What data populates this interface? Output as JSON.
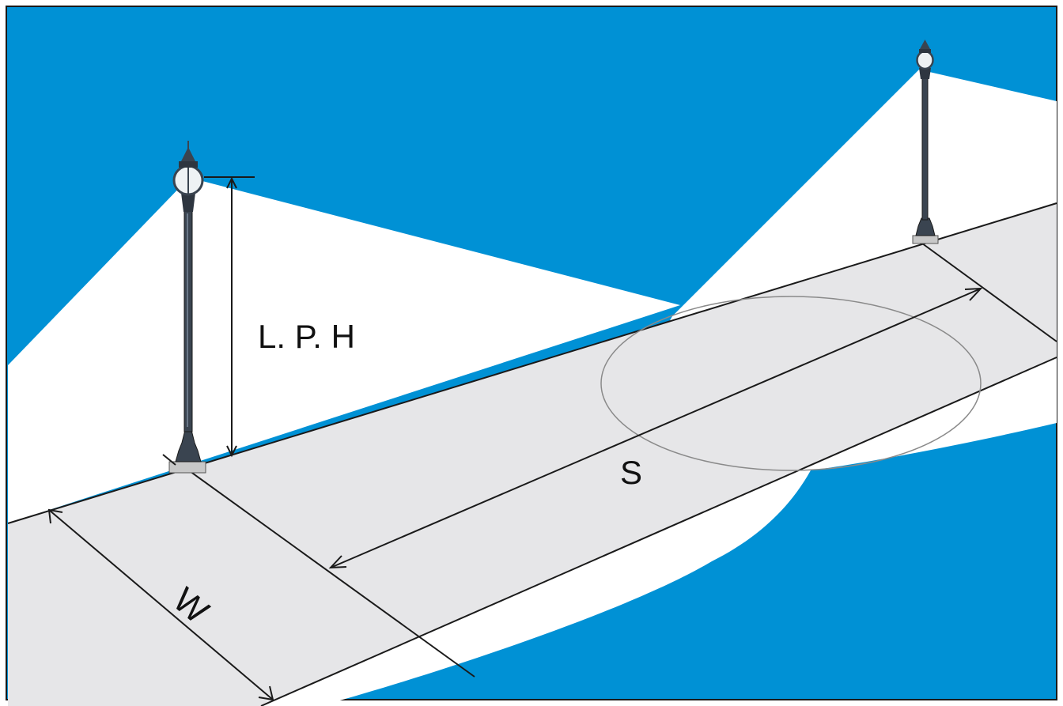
{
  "labels": {
    "pole_height": "L. P. H",
    "spacing": "S",
    "width": "W"
  },
  "colors": {
    "background": "#0091d5",
    "light_cone": "#ffffff",
    "road_surface": "#e6e6e8",
    "outline": "#1a1a1a",
    "pole": "#3a4450"
  }
}
